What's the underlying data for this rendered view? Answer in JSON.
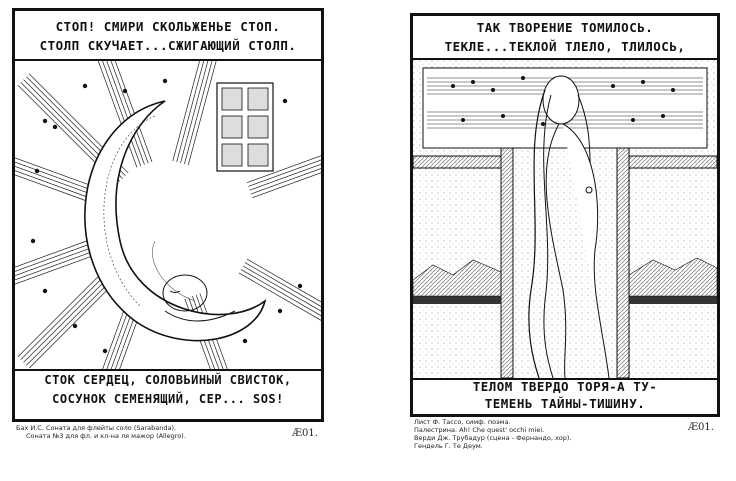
{
  "left_panel": {
    "top_caption": [
      "СТОП! СМИРИ СКОЛЬЖЕНЬЕ СТОП.",
      "СТОЛП СКУЧАЕТ...СЖИГАЮЩИЙ СТОЛП."
    ],
    "bottom_caption": [
      "СТОК СЕРДЕЦ, СОЛОВЬИНЫЙ СВИСТОК,",
      "СОСУНОК СЕМЕНЯЩИЙ, СЕР... SOS!"
    ],
    "notes": [
      "Бах И.С. Соната для флейты соло (Sarabanda).",
      "Соната №3 для фл. и кл-на ля мажор (Allegro)."
    ],
    "signature": "Æ01."
  },
  "right_panel": {
    "top_caption": [
      "ТАК ТВОРЕНИЕ ТОМИЛОСЬ.",
      "ТЕКЛЕ...ТЕКЛОЙ ТЛЕЛО, ТЛИЛОСЬ,"
    ],
    "bottom_caption": [
      "ТЕЛОМ ТВЕРДО ТОРЯ-А ТУ-",
      "ТЕМЕНЬ ТАЙНЫ-ТИШИНУ."
    ],
    "notes": [
      "Лист Ф. Тассо, симф. поэма.",
      "Палестрина. Ah! Che quest' occhi miei.",
      "Верди Дж. Трубадур (сцена - Фернандо, хор).",
      "Гендель Г. Те Деум."
    ],
    "signature": "Æ01."
  }
}
